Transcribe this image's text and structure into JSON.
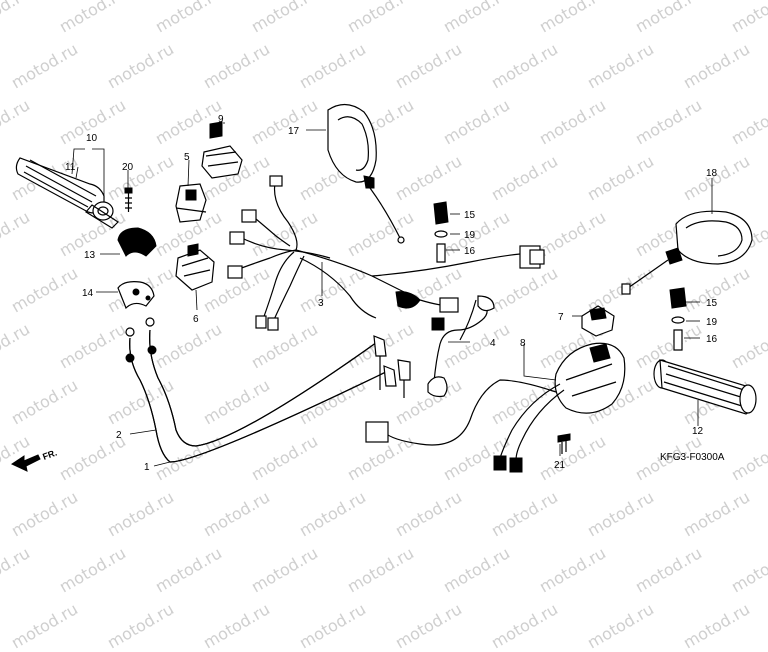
{
  "watermark": "motod.ru",
  "diagram_code": "KFG3-F0300A",
  "direction_label": "FR.",
  "callouts": [
    {
      "id": "c1",
      "label": "1"
    },
    {
      "id": "c2",
      "label": "2"
    },
    {
      "id": "c3",
      "label": "3"
    },
    {
      "id": "c4",
      "label": "4"
    },
    {
      "id": "c5",
      "label": "5"
    },
    {
      "id": "c6",
      "label": "6"
    },
    {
      "id": "c7",
      "label": "7"
    },
    {
      "id": "c8",
      "label": "8"
    },
    {
      "id": "c9",
      "label": "9"
    },
    {
      "id": "c10",
      "label": "10"
    },
    {
      "id": "c11",
      "label": "11"
    },
    {
      "id": "c12",
      "label": "12"
    },
    {
      "id": "c13",
      "label": "13"
    },
    {
      "id": "c14",
      "label": "14"
    },
    {
      "id": "c15a",
      "label": "15"
    },
    {
      "id": "c15b",
      "label": "15"
    },
    {
      "id": "c16a",
      "label": "16"
    },
    {
      "id": "c16b",
      "label": "16"
    },
    {
      "id": "c17",
      "label": "17"
    },
    {
      "id": "c18",
      "label": "18"
    },
    {
      "id": "c19a",
      "label": "19"
    },
    {
      "id": "c19b",
      "label": "19"
    },
    {
      "id": "c20",
      "label": "20"
    },
    {
      "id": "c21",
      "label": "21"
    }
  ]
}
